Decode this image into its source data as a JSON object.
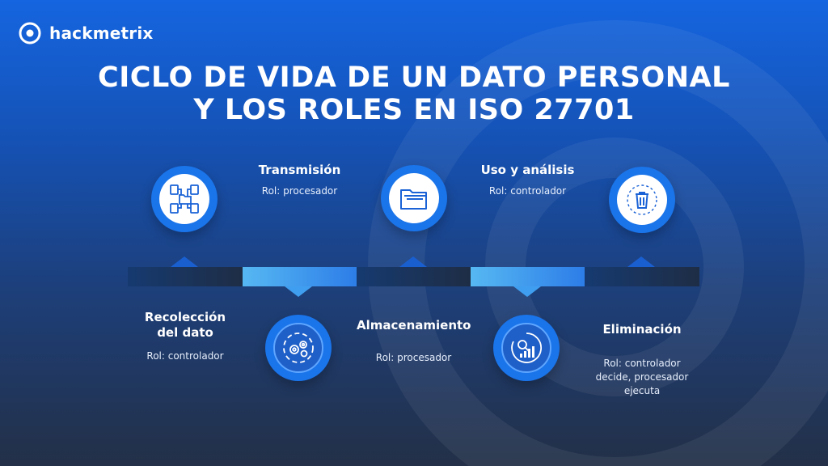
{
  "brand": {
    "name": "hackmetrix"
  },
  "title": {
    "line1": "CICLO DE VIDA DE UN DATO PERSONAL",
    "line2": "Y LOS ROLES EN ISO 27701"
  },
  "stages": [
    {
      "label_line1": "Recolección",
      "label_line2": "del dato",
      "role": "Rol: controlador",
      "icon": "files-network-icon"
    },
    {
      "label_line1": "Transmisión",
      "label_line2": "",
      "role": "Rol: procesador",
      "icon": "gears-icon"
    },
    {
      "label_line1": "Almacenamiento",
      "label_line2": "",
      "role": "Rol: procesador",
      "icon": "folder-icon"
    },
    {
      "label_line1": "Uso y análisis",
      "label_line2": "",
      "role": "Rol: controlador",
      "icon": "analytics-chart-icon"
    },
    {
      "label_line1": "Eliminación",
      "label_line2": "",
      "role_line1": "Rol: controlador",
      "role_line2": "decide, procesador",
      "role_line3": "ejecuta",
      "icon": "trash-icon"
    }
  ],
  "colors": {
    "accent": "#1a74ea",
    "light_segment": "#56b8f2",
    "dark_segment": "#163a70"
  }
}
